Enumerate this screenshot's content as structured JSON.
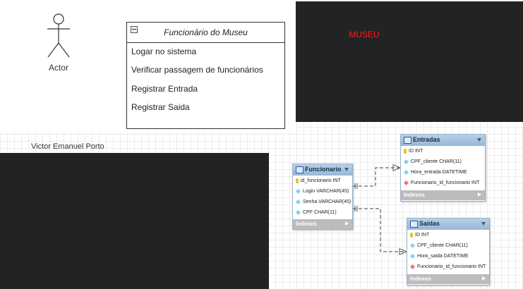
{
  "actor": {
    "label": "Actor"
  },
  "author": "Victor Emanuel Porto",
  "uml_class": {
    "title": "Funcionário do Museu",
    "items": [
      "Logar no sistema",
      "Verificar passagem de funcionários",
      "Registrar Entrada",
      "Registrar Saida"
    ]
  },
  "museu_label": "MUSEU",
  "colors": {
    "dark_panel": "#232323",
    "museu_text": "#ff1a1a",
    "er_header": "#9fbddc",
    "indexes_bar": "#bcbcbc"
  },
  "er_tables": {
    "funcionario": {
      "name": "Funcionario",
      "columns": [
        {
          "text": "id_funcionario INT",
          "icon": "primary-key-icon"
        },
        {
          "text": "Login VARCHAR(45)",
          "icon": "column-icon"
        },
        {
          "text": "Senha VARCHAR(45)",
          "icon": "column-icon"
        },
        {
          "text": "CPF CHAR(11)",
          "icon": "column-icon"
        }
      ],
      "indexes": "Indexes"
    },
    "entradas": {
      "name": "Entradas",
      "columns": [
        {
          "text": "ID INT",
          "icon": "primary-key-icon"
        },
        {
          "text": "CPF_cliente CHAR(11)",
          "icon": "column-icon"
        },
        {
          "text": "Hora_entrada DATETIME",
          "icon": "column-icon"
        },
        {
          "text": "Funcionario_id_funcionario INT",
          "icon": "foreign-key-icon"
        }
      ],
      "indexes": "Indexes"
    },
    "saidas": {
      "name": "Saidas",
      "columns": [
        {
          "text": "ID INT",
          "icon": "primary-key-icon"
        },
        {
          "text": "CPF_cliente CHAR(11)",
          "icon": "column-icon"
        },
        {
          "text": "Hora_saida DATETIME",
          "icon": "column-icon"
        },
        {
          "text": "Funcionario_id_funcionario INT",
          "icon": "foreign-key-icon"
        }
      ],
      "indexes": "Indexes"
    }
  }
}
